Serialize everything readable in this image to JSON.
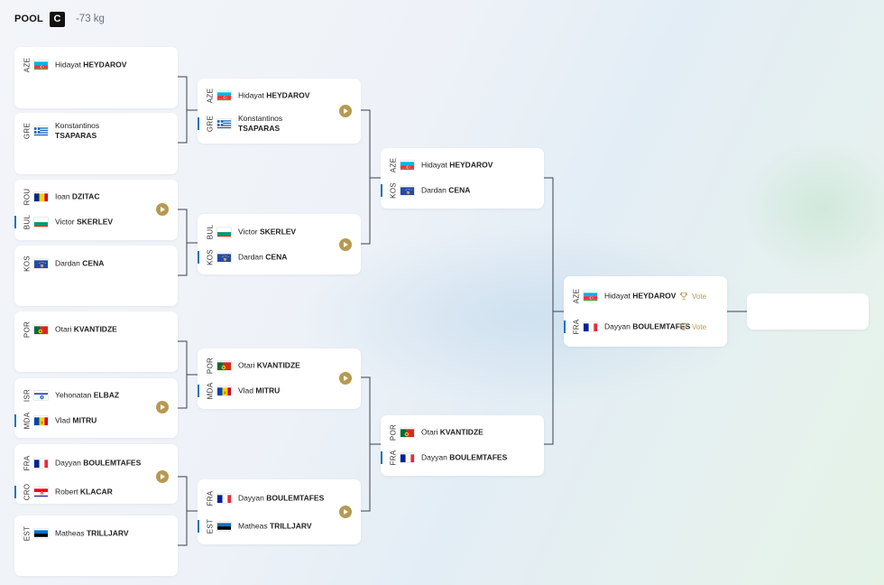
{
  "header": {
    "pool_label": "POOL",
    "pool_letter": "C",
    "weight": "-73 kg"
  },
  "colors": {
    "winner_bar": "#1f74b8",
    "play_button": "#b59a52",
    "vote": "#b59a52"
  },
  "vote_label": "Vote",
  "rounds": [
    [
      {
        "a": {
          "code": "AZE",
          "first": "Hidayat",
          "last": "HEYDAROV",
          "flag": "aze"
        }
      },
      {
        "a": {
          "code": "GRE",
          "first": "Konstantinos",
          "last": "TSAPARAS",
          "flag": "gre"
        }
      },
      {
        "a": {
          "code": "ROU",
          "first": "Ioan",
          "last": "DZITAC",
          "flag": "rou"
        },
        "b": {
          "code": "BUL",
          "first": "Victor",
          "last": "SKERLEV",
          "flag": "bul",
          "winner": true
        }
      },
      {
        "a": {
          "code": "KOS",
          "first": "Dardan",
          "last": "CENA",
          "flag": "kos"
        }
      },
      {
        "a": {
          "code": "POR",
          "first": "Otari",
          "last": "KVANTIDZE",
          "flag": "por"
        }
      },
      {
        "a": {
          "code": "ISR",
          "first": "Yehonatan",
          "last": "ELBAZ",
          "flag": "isr"
        },
        "b": {
          "code": "MDA",
          "first": "Vlad",
          "last": "MITRU",
          "flag": "mda",
          "winner": true
        }
      },
      {
        "a": {
          "code": "FRA",
          "first": "Dayyan",
          "last": "BOULEMTAFES",
          "flag": "fra"
        },
        "b": {
          "code": "CRO",
          "first": "Robert",
          "last": "KLACAR",
          "flag": "cro",
          "winner": true
        }
      },
      {
        "a": {
          "code": "EST",
          "first": "Matheas",
          "last": "TRILLJARV",
          "flag": "est"
        }
      }
    ],
    [
      {
        "a": {
          "code": "AZE",
          "first": "Hidayat",
          "last": "HEYDAROV",
          "flag": "aze"
        },
        "b": {
          "code": "GRE",
          "first": "Konstantinos",
          "last": "TSAPARAS",
          "flag": "gre",
          "winner": true
        }
      },
      {
        "a": {
          "code": "BUL",
          "first": "Victor",
          "last": "SKERLEV",
          "flag": "bul"
        },
        "b": {
          "code": "KOS",
          "first": "Dardan",
          "last": "CENA",
          "flag": "kos",
          "winner": true
        }
      },
      {
        "a": {
          "code": "POR",
          "first": "Otari",
          "last": "KVANTIDZE",
          "flag": "por"
        },
        "b": {
          "code": "MDA",
          "first": "Vlad",
          "last": "MITRU",
          "flag": "mda",
          "winner": true
        }
      },
      {
        "a": {
          "code": "FRA",
          "first": "Dayyan",
          "last": "BOULEMTAFES",
          "flag": "fra"
        },
        "b": {
          "code": "EST",
          "first": "Matheas",
          "last": "TRILLJARV",
          "flag": "est",
          "winner": true
        }
      }
    ],
    [
      {
        "a": {
          "code": "AZE",
          "first": "Hidayat",
          "last": "HEYDAROV",
          "flag": "aze"
        },
        "b": {
          "code": "KOS",
          "first": "Dardan",
          "last": "CENA",
          "flag": "kos",
          "winner": true
        }
      },
      {
        "a": {
          "code": "POR",
          "first": "Otari",
          "last": "KVANTIDZE",
          "flag": "por"
        },
        "b": {
          "code": "FRA",
          "first": "Dayyan",
          "last": "BOULEMTAFES",
          "flag": "fra",
          "winner": true
        }
      }
    ],
    [
      {
        "a": {
          "code": "AZE",
          "first": "Hidayat",
          "last": "HEYDAROV",
          "flag": "aze"
        },
        "b": {
          "code": "FRA",
          "first": "Dayyan",
          "last": "BOULEMTAFES",
          "flag": "fra",
          "winner": true
        }
      }
    ]
  ]
}
